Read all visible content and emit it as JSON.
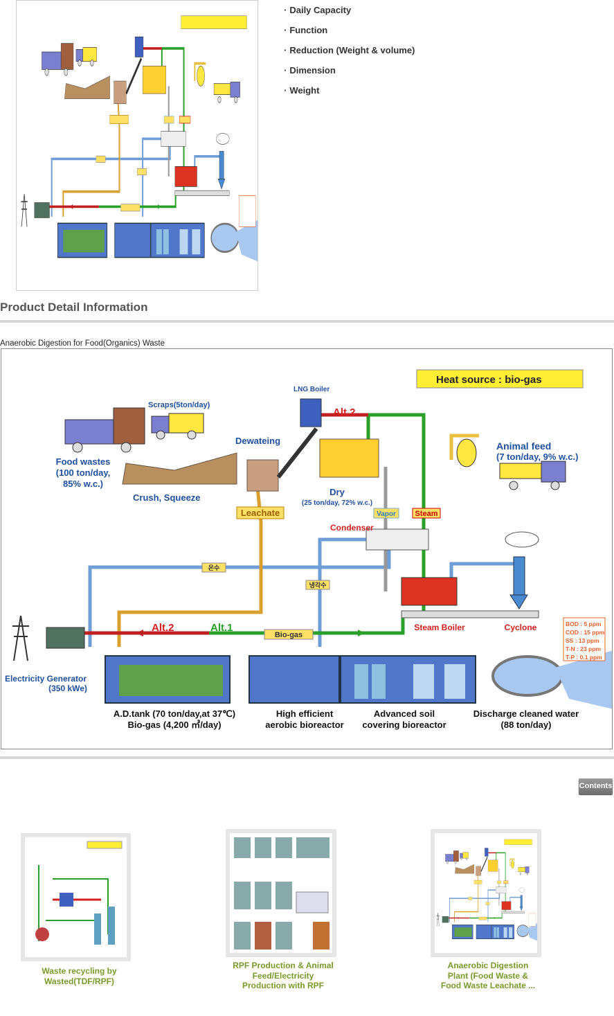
{
  "specs": {
    "items": [
      "Daily Capacity",
      "Function",
      "Reduction (Weight & volume)",
      "Dimension",
      "Weight"
    ]
  },
  "section": {
    "title": "Product Detail Information",
    "caption": "Anaerobic Digestion for Food(Organics) Waste"
  },
  "diagram": {
    "heat_source": "Heat source : bio-gas",
    "lng_boiler": "LNG Boiler",
    "alt2": "Alt.2",
    "alt1": "Alt.1",
    "scraps": "Scraps(5ton/day)",
    "dewatering": "Dewateing",
    "food_wastes": [
      "Food wastes",
      "(100 ton/day,",
      "85% w.c.)"
    ],
    "crush": "Crush, Squeeze",
    "dry": [
      "Dry",
      "(25 ton/day, 72% w.c.)"
    ],
    "animal_feed": [
      "Animal feed",
      "(7 ton/day, 9% w.c.)"
    ],
    "leachate": "Leachate",
    "vapor": "Vapor",
    "steam": "Steam",
    "condenser": "Condenser",
    "onsu": "온수",
    "sangsu": "냉각수",
    "biogas": "Bio-gas",
    "steam_boiler": "Steam Boiler",
    "cyclone": "Cyclone",
    "electricity": [
      "Electricity Generator",
      "(350 kWe)"
    ],
    "adtank": [
      "A.D.tank (70 ton/day,at 37℃)",
      "Bio-gas (4,200 ㎥/day)"
    ],
    "aerobic": [
      "High efficient",
      "aerobic bioreactor"
    ],
    "soil": [
      "Advanced soil",
      "covering bioreactor"
    ],
    "discharge": [
      "Discharge cleaned water",
      "(88 ton/day)"
    ],
    "quality": [
      "BOD :  5 ppm",
      "COD : 15 ppm",
      "SS  : 13 ppm",
      "T-N : 23 ppm",
      "T-P : 0.1 ppm"
    ]
  },
  "contents_button": "Contents",
  "related": [
    {
      "title": [
        "Waste recycling by",
        "Wasted(TDF/RPF)"
      ]
    },
    {
      "title": [
        "RPF Production & Animal",
        "Feed/Electricity",
        "Production with RPF"
      ]
    },
    {
      "title": [
        "Anaerobic Digestion",
        "Plant (Food Waste &",
        "Food Waste Leachate ..."
      ]
    }
  ],
  "colors": {
    "green": "#2f9a2f",
    "blue": "#5b8fcc",
    "red": "#d62020",
    "orange": "#d88a20",
    "title_green": "#7a9a2a"
  }
}
